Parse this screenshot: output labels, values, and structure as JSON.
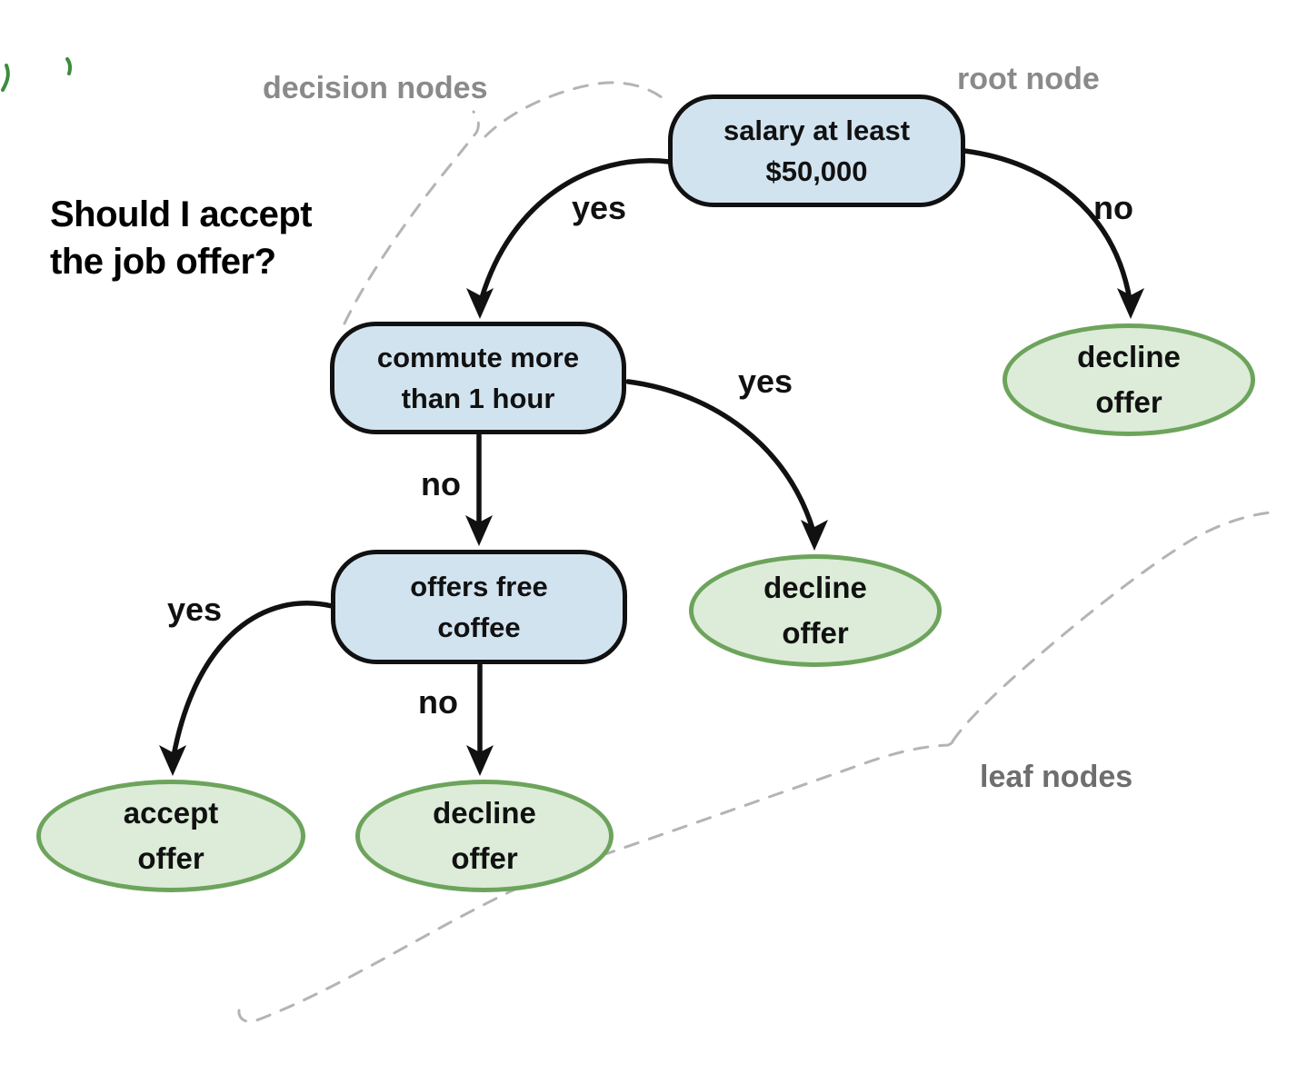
{
  "question": {
    "line1": "Should I accept",
    "line2": "the job offer?"
  },
  "annotations": {
    "decision_nodes": "decision nodes",
    "root_node": "root node",
    "leaf_nodes": "leaf nodes"
  },
  "tree": {
    "root": {
      "line1": "salary at least",
      "line2": "$50,000"
    },
    "commute": {
      "line1": "commute more",
      "line2": "than 1 hour"
    },
    "coffee": {
      "line1": "offers free",
      "line2": "coffee"
    },
    "decline_top": {
      "line1": "decline",
      "line2": "offer"
    },
    "decline_mid": {
      "line1": "decline",
      "line2": "offer"
    },
    "accept": {
      "line1": "accept",
      "line2": "offer"
    },
    "decline_bottom": {
      "line1": "decline",
      "line2": "offer"
    }
  },
  "edge_labels": {
    "root_yes": "yes",
    "root_no": "no",
    "commute_yes": "yes",
    "commute_no": "no",
    "coffee_yes": "yes",
    "coffee_no": "no"
  },
  "colors": {
    "decision-fill": "#d2e3f0",
    "decision-border": "#111111",
    "leaf-fill": "#dcecd9",
    "leaf-border": "#6da45c",
    "annotation-gray": "#8a8a8a",
    "dashed-gray": "#b4b4b4",
    "edge-black": "#111111"
  }
}
